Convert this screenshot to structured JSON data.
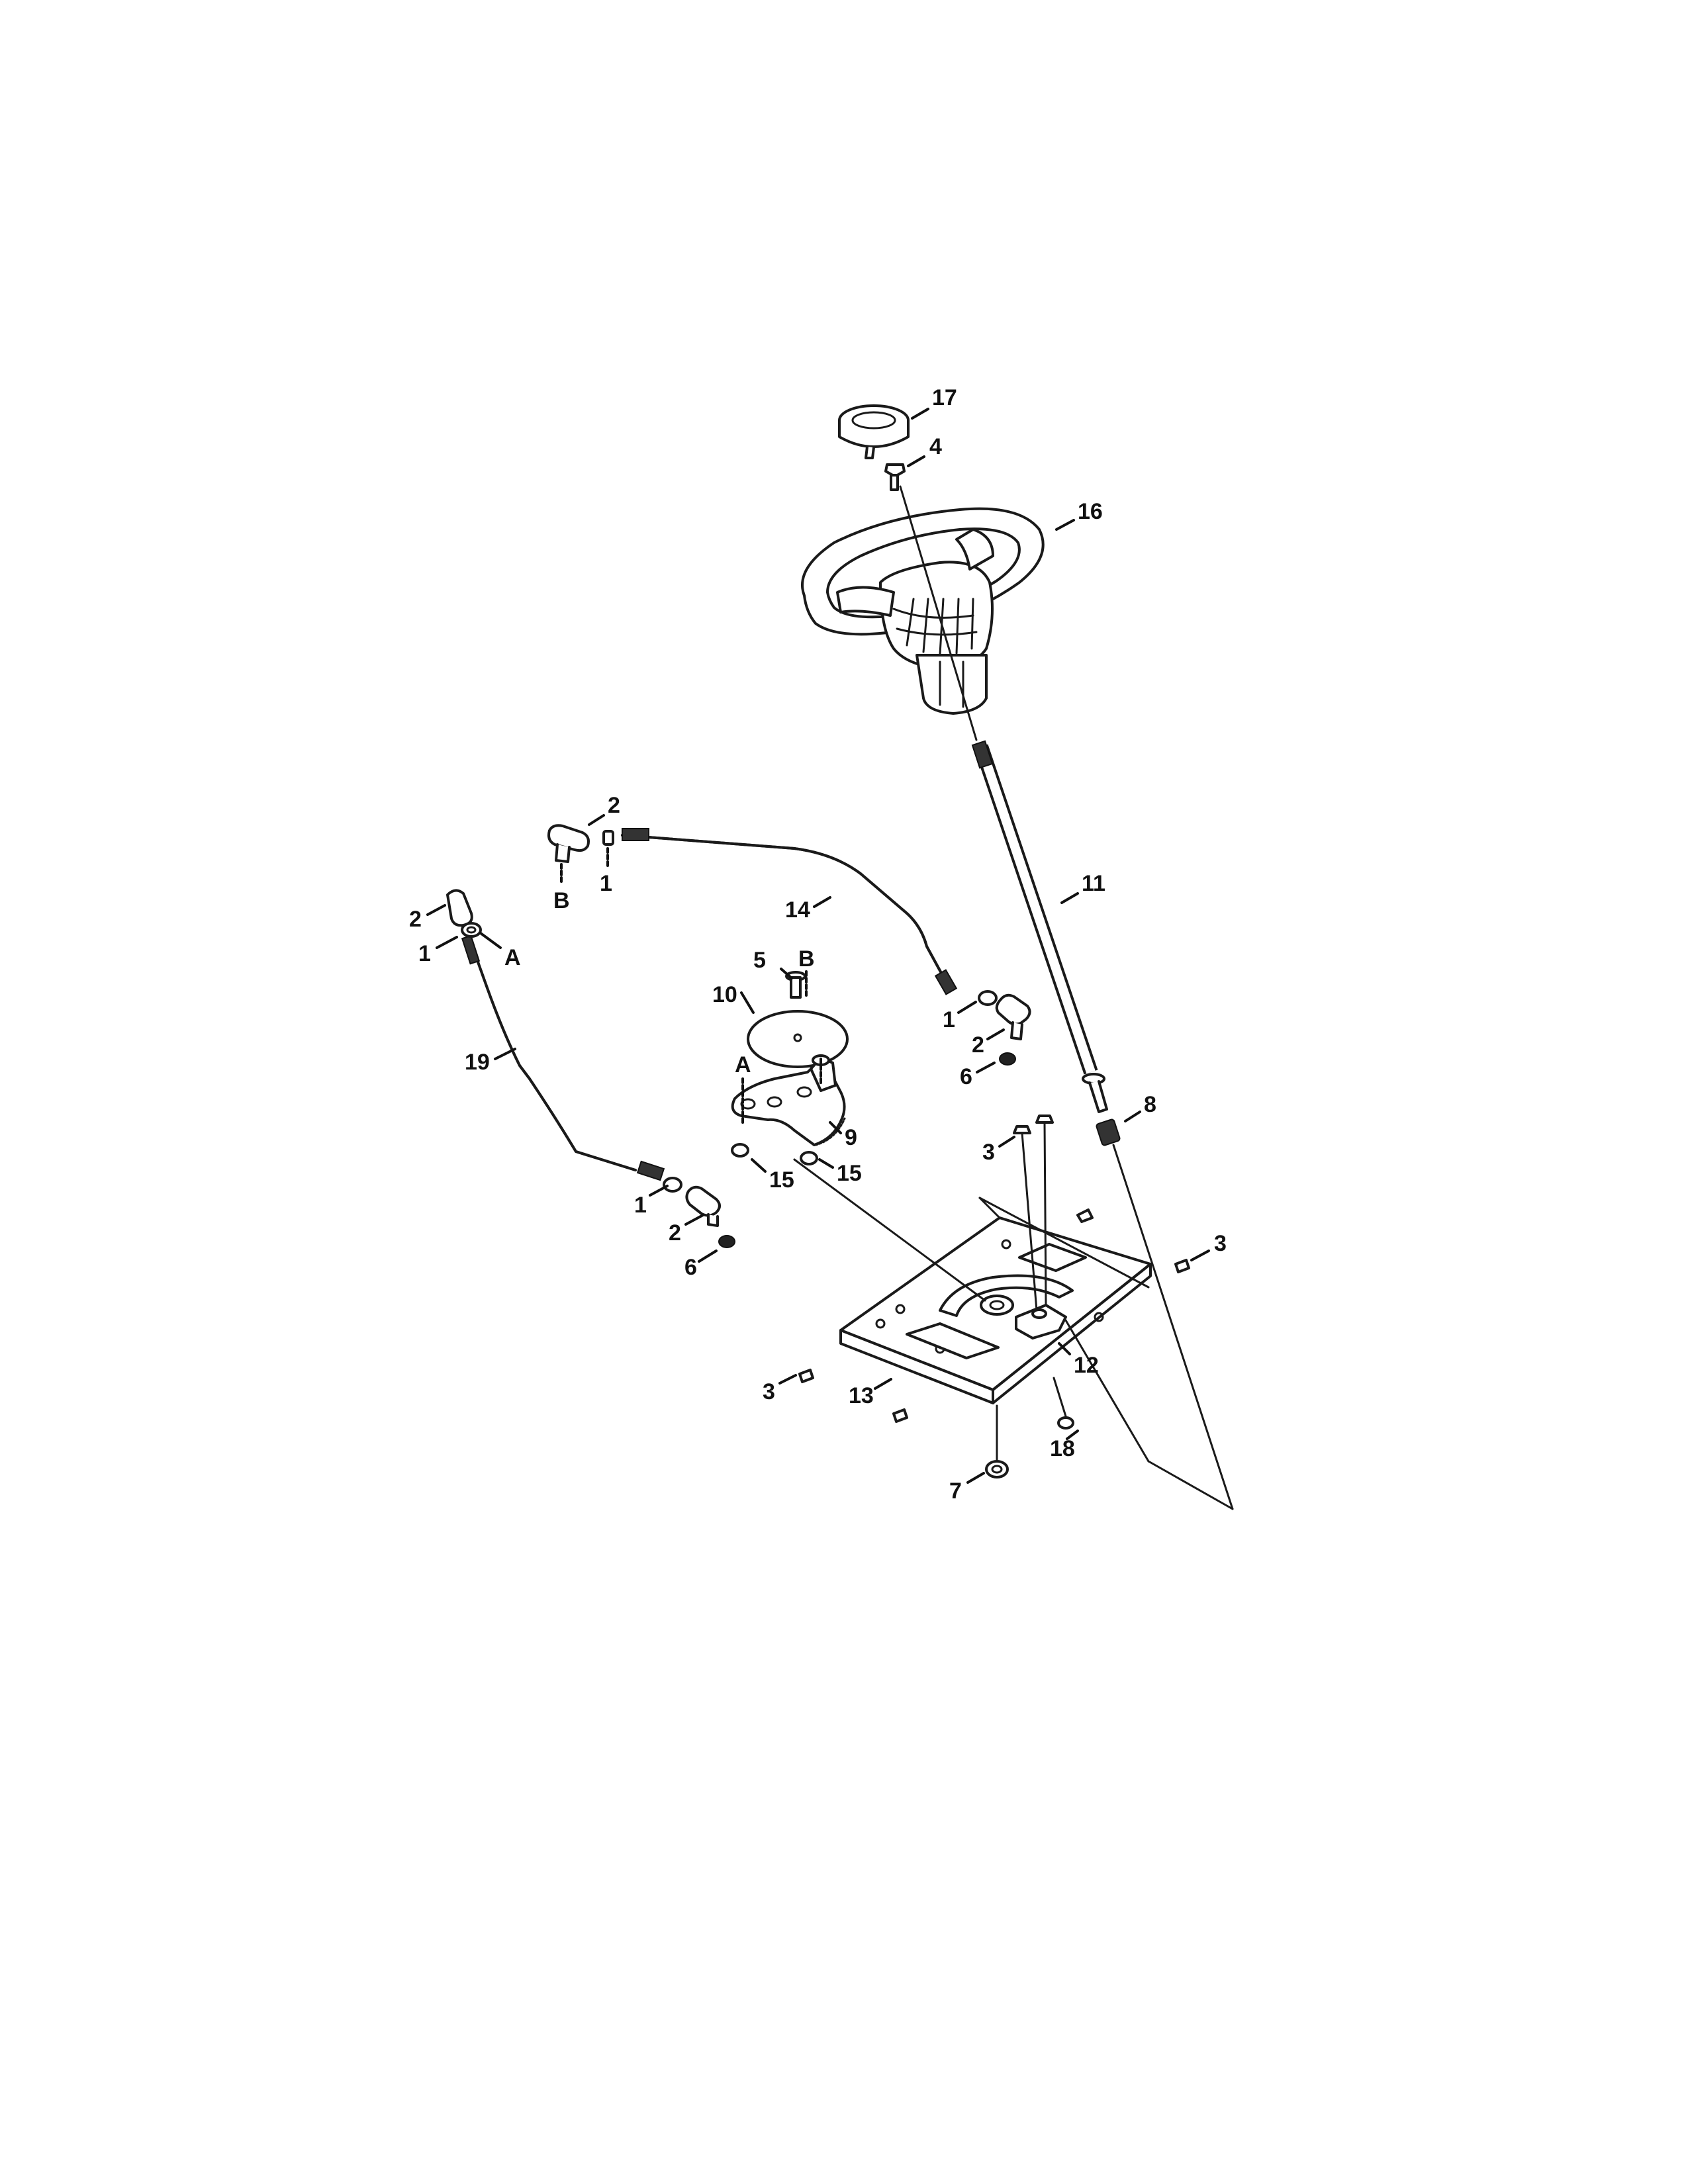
{
  "callouts": {
    "c17": "17",
    "c4": "4",
    "c16": "16",
    "c11": "11",
    "c2_top": "2",
    "c1_top": "1",
    "cB_left": "B",
    "c14": "14",
    "c2_left": "2",
    "c1_left": "1",
    "cA_left": "A",
    "c5": "5",
    "cB_mid": "B",
    "c10": "10",
    "cA_mid": "A",
    "c1_right": "1",
    "c2_right": "2",
    "c6_right": "6",
    "c8": "8",
    "c19": "19",
    "c9": "9",
    "c15_a": "15",
    "c15_b": "15",
    "c3_top": "3",
    "c3_right": "3",
    "c1_low": "1",
    "c2_low": "2",
    "c6_low": "6",
    "c12": "12",
    "c3_left": "3",
    "c13": "13",
    "c18": "18",
    "c7": "7"
  }
}
